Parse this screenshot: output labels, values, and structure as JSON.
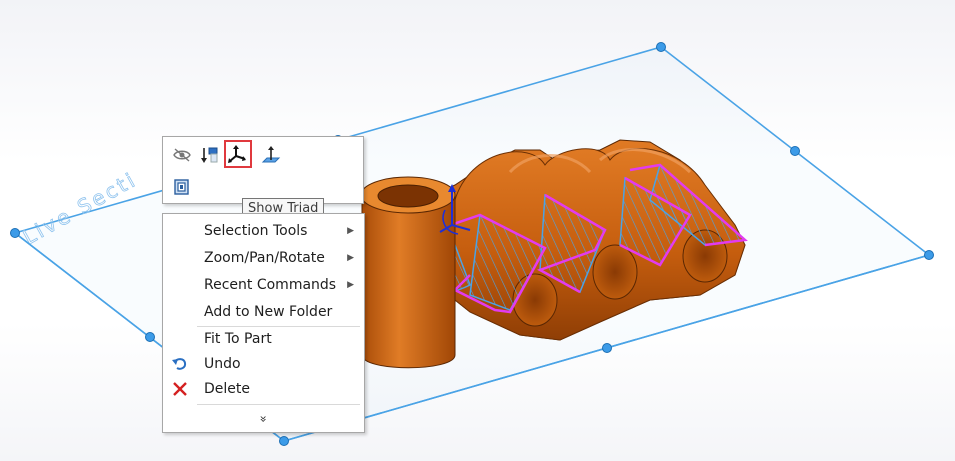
{
  "viewport": {
    "watermark": "Live Secti"
  },
  "toolbar": {
    "buttons": [
      {
        "icon": "hide-eye-icon",
        "tooltip": ""
      },
      {
        "icon": "normal-to-icon",
        "tooltip": ""
      },
      {
        "icon": "triad-icon",
        "tooltip": "Show Triad"
      },
      {
        "icon": "plane-normal-icon",
        "tooltip": ""
      },
      {
        "icon": "zoom-to-selection-icon",
        "tooltip": ""
      }
    ]
  },
  "tooltip": {
    "text": "Show Triad"
  },
  "menu": {
    "items": [
      {
        "label": "Selection Tools",
        "submenu": true
      },
      {
        "label": "Zoom/Pan/Rotate",
        "submenu": true
      },
      {
        "label": "Recent Commands",
        "submenu": true
      },
      {
        "label": "Add to New Folder",
        "submenu": false
      },
      {
        "label": "Fit To Part",
        "submenu": false
      },
      {
        "label": "Undo",
        "submenu": false,
        "icon": "undo-icon"
      },
      {
        "label": "Delete",
        "submenu": false,
        "icon": "delete-x-icon"
      }
    ],
    "submenu_arrow": "▶",
    "expand_glyph": "»"
  },
  "colors": {
    "part_orange": "#c8620f",
    "plane_blue": "#4aa3e6",
    "section_magenta": "#e23bf0",
    "highlight_red": "#e0393e"
  }
}
